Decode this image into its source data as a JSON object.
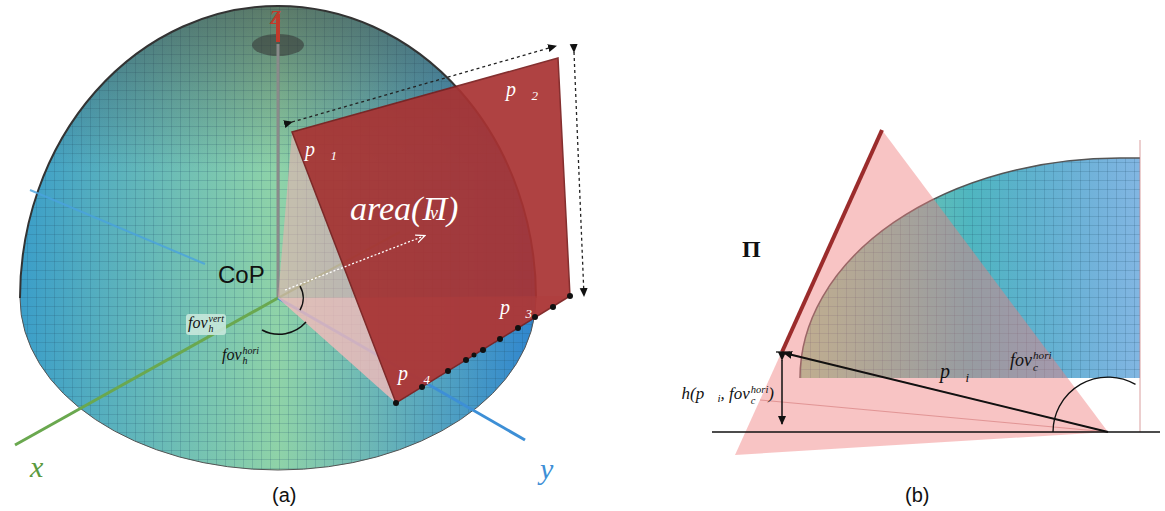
{
  "diagram": {
    "labels": [
      "z",
      "p⃗",
      "2",
      "p⃗",
      "1",
      "area(Π)",
      "v⃗",
      "CoP",
      "fov",
      "h",
      "vert",
      "fov",
      "h",
      "hori",
      "p⃗",
      "3",
      "p⃗",
      "4",
      "x",
      "y",
      "(a)",
      "Π",
      "h(p⃗",
      "i",
      ", fov",
      "c",
      "hori",
      ")",
      "p⃗",
      "i",
      "fov",
      "c",
      "hori",
      "(b)"
    ]
  }
}
